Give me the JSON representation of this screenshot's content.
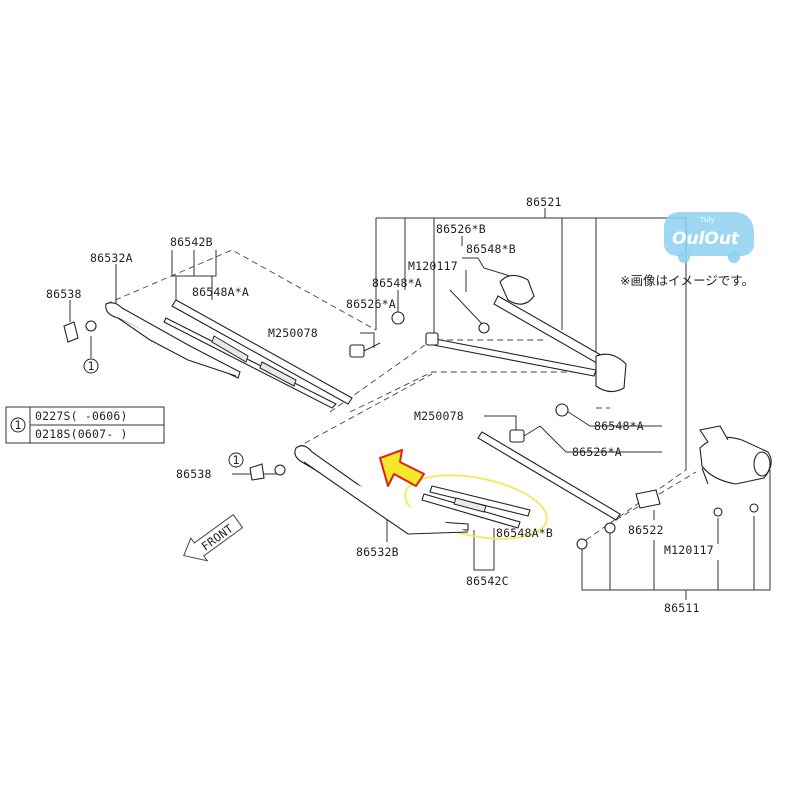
{
  "labels": {
    "p86521": "86521",
    "p86542B": "86542B",
    "p86532A": "86532A",
    "p86538_top": "86538",
    "p86548A_A": "86548A*A",
    "p86526_B": "86526*B",
    "p86548_B": "86548*B",
    "pM120117_top": "M120117",
    "p86548_A_top": "86548*A",
    "p86526_A_top": "86526*A",
    "pM250078_top": "M250078",
    "pM250078_mid": "M250078",
    "p86548_A_right": "86548*A",
    "p86526_A_right": "86526*A",
    "p86538_bottom": "86538",
    "p86532B": "86532B",
    "p86548A_B": "86548A*B",
    "p86542C": "86542C",
    "p86522": "86522",
    "pM120117_bottom": "M120117",
    "p86511": "86511"
  },
  "legend": {
    "marker": "1",
    "row1": "0227S(  -0606)",
    "row2": "0218S(0607-  )"
  },
  "callout_marker": "1",
  "note": "※画像はイメージです。",
  "watermark": "OulOut",
  "watermark_small": "Tidy",
  "front_label": "FRONT",
  "colors": {
    "highlight_ellipse": "#f3ec63",
    "arrow_fill": "#f3e82a",
    "arrow_stroke": "#e0201a",
    "watermark": "#8cd0f0"
  }
}
